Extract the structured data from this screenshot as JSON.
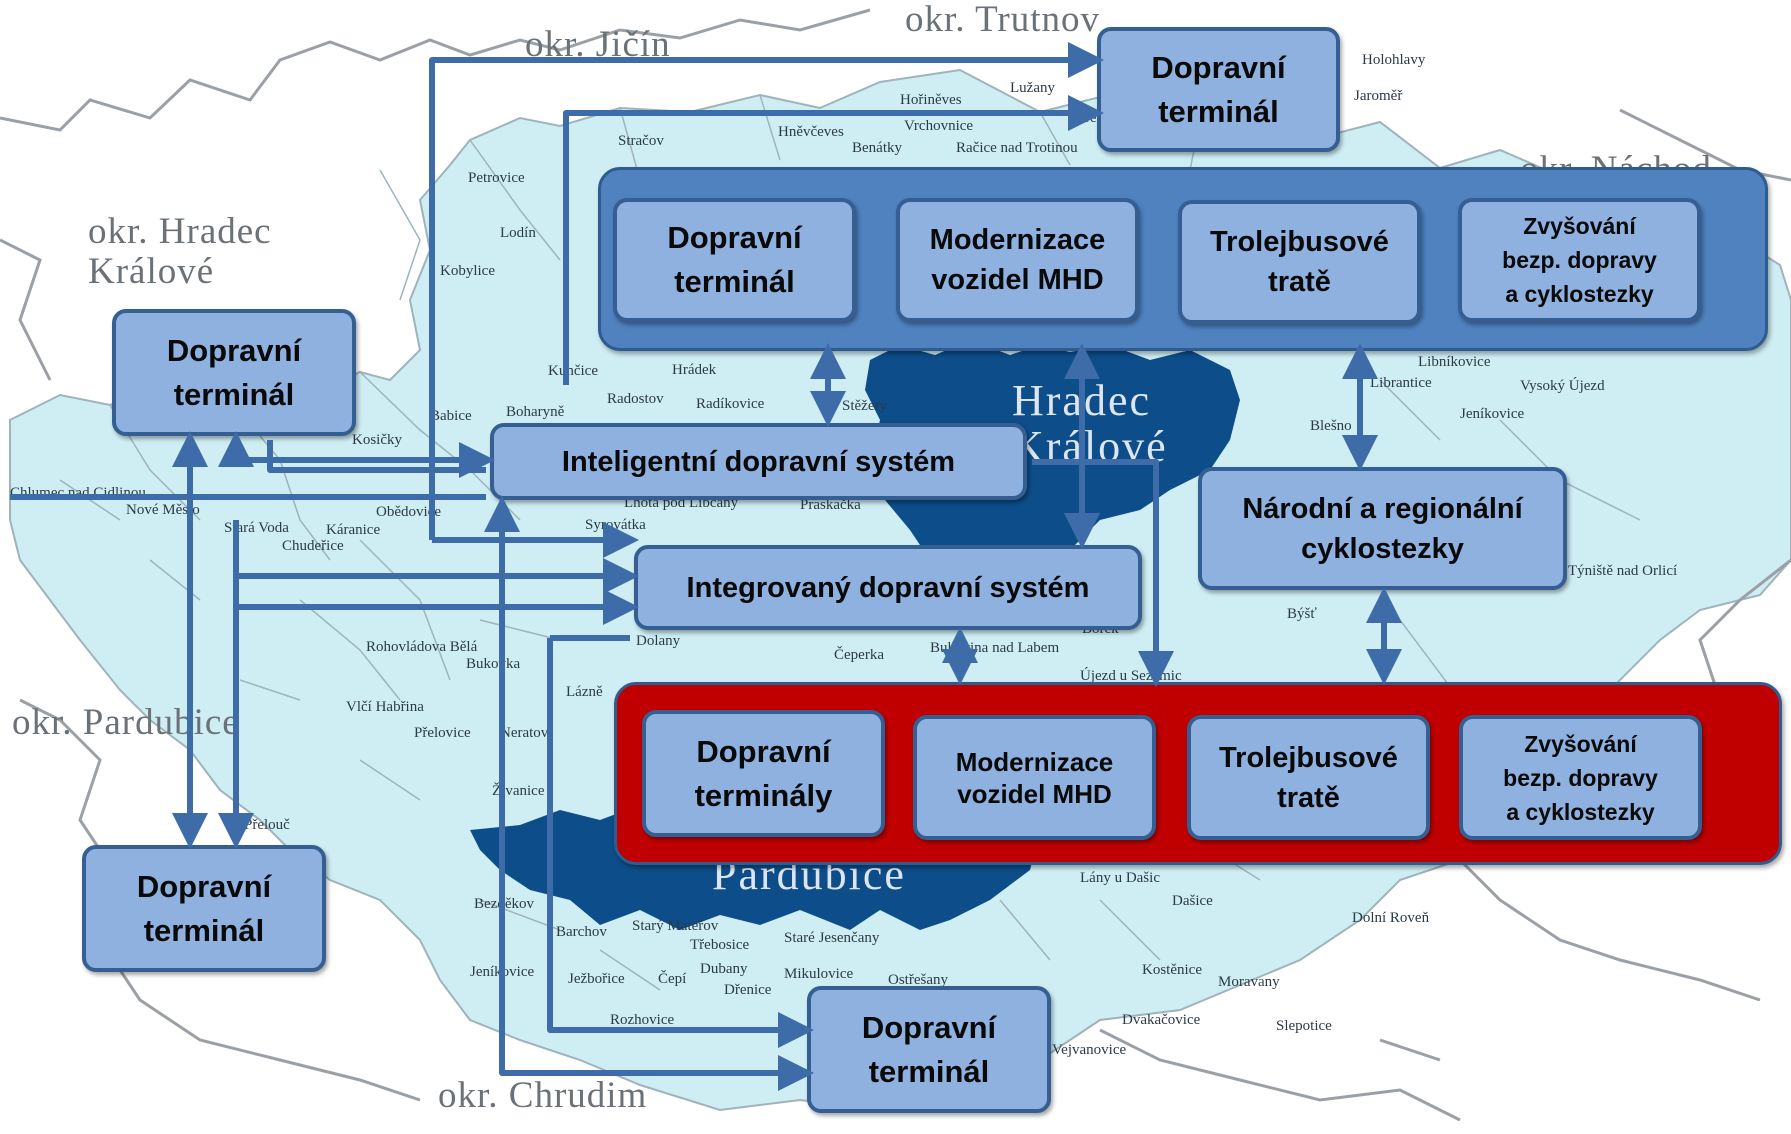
{
  "districts": {
    "trutnov": "okr. Trutnov",
    "jicin": "okr. Jičín",
    "hradec": "okr. Hradec\nKrálové",
    "nachod": "okr. Náchod",
    "pardubice": "okr. Pardubice",
    "chrudim": "okr. Chrudim"
  },
  "cities": {
    "hradec": "Hradec\nKrálové",
    "pardubice": "Pardubice"
  },
  "towns": [
    "Hořiněves",
    "Lužany",
    "Hněvčeves",
    "Vrchovnice",
    "Stračov",
    "Benátky",
    "Račice nad Trotinou",
    "Petrovice",
    "Lodín",
    "Kobylice",
    "Kunčice",
    "Hrádek",
    "Radostov",
    "Radíkovice",
    "Stěžery",
    "Babice",
    "Boharyně",
    "Kosičky",
    "Chlumec nad Cidlinou",
    "Nové Město",
    "Obědovice",
    "Stará Voda",
    "Káranice",
    "Chudeřice",
    "Syrovátka",
    "Lhota pod Libčany",
    "Praskačka",
    "Dolany",
    "Čeperka",
    "Bukovina nad Labem",
    "Borek",
    "Rohovládova Bělá",
    "Bukovka",
    "Vlčí Habřina",
    "Přelovice",
    "Neratov",
    "Přelouč",
    "Lázně",
    "Živanice",
    "Bezděkov",
    "Barchov",
    "Starý Mateřov",
    "Třebosice",
    "Staré Jesenčany",
    "Jeníkovice",
    "Ježbořice",
    "Čepí",
    "Dubany",
    "Mikulovice",
    "Ostřešany",
    "Dřenice",
    "Rozhovice",
    "Lány u Dašic",
    "Dašice",
    "Dolní Roveň",
    "Kostěnice",
    "Moravany",
    "Dvakačovice",
    "Slepotice",
    "Vejvanovice",
    "Libníkovice",
    "Librantice",
    "Vysoký Újezd",
    "Jeníkovice",
    "Blešno",
    "Býšť",
    "Týniště nad Orlicí",
    "Újezd u Sezemic",
    "Holohlavy",
    "Jaroměř",
    "Dřevice"
  ],
  "boxes": {
    "terminal_top": "Dopravní\nterminál",
    "terminal_left": "Dopravní\nterminál",
    "terminal_bottom_left": "Dopravní\nterminál",
    "terminal_bottom_center": "Dopravní\nterminál",
    "its": "Inteligentní dopravní systém",
    "ids": "Integrovaný dopravní systém",
    "cyclo": "Národní a regionální\ncyklostezky"
  },
  "hk_group": [
    "Dopravní\nterminál",
    "Modernizace\nvozidel MHD",
    "Trolejbusové\ntratě",
    "Zvyšování\nbezp. dopravy\na cyklostezky"
  ],
  "pce_group": [
    "Dopravní\nterminály",
    "Modernizace\nvozidel MHD",
    "Trolejbusové\ntratě",
    "Zvyšování\nbezp. dopravy\na cyklostezky"
  ],
  "colors": {
    "hk_group": "#5082c0",
    "pce_group": "#c00000",
    "box_fill": "#8fb1e0",
    "arrow": "#3d6ca8",
    "map_region": "#cfeef4",
    "city_area": "#0d4d8a"
  }
}
